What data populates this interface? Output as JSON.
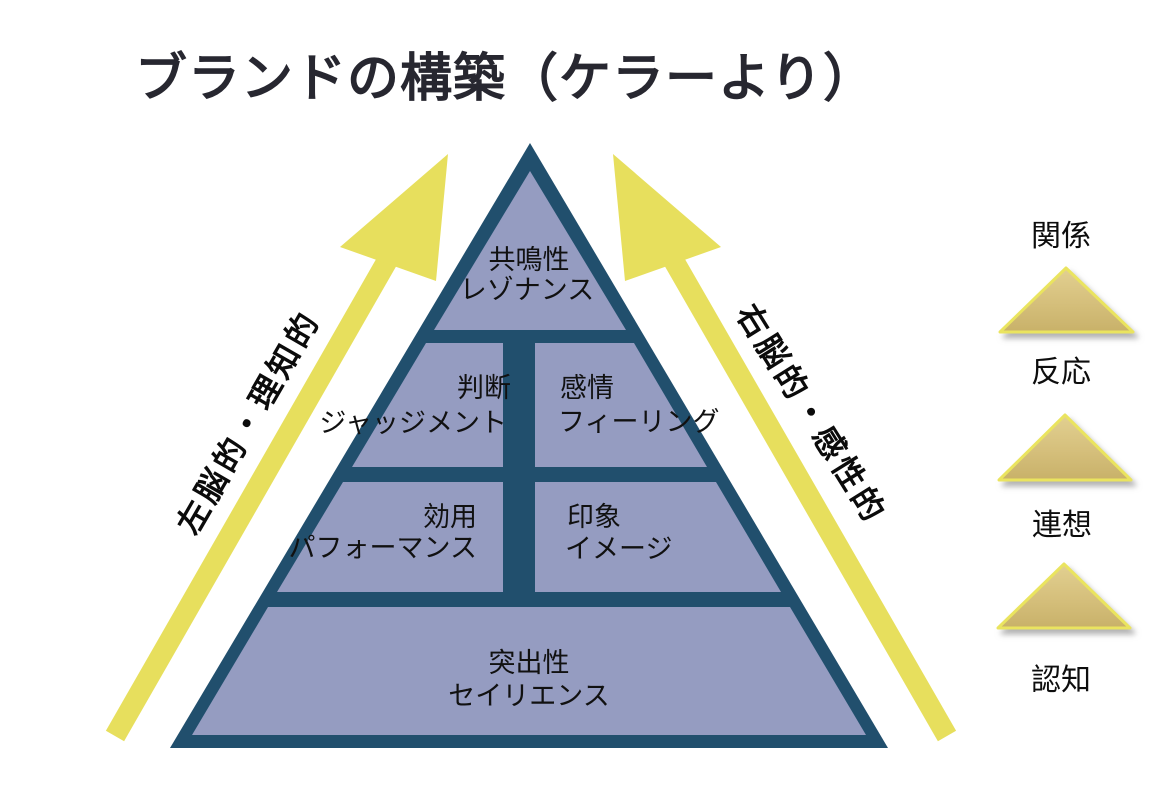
{
  "title": "ブランドの構築（ケラーより）",
  "pyramid": {
    "levels": [
      {
        "id": "resonance",
        "label": "共鳴性",
        "kana": "レゾナンス"
      },
      {
        "id": "judgments",
        "label": "判断",
        "kana": "ジャッジメント"
      },
      {
        "id": "feelings",
        "label": "感情",
        "kana": "フィーリング"
      },
      {
        "id": "performance",
        "label": "効用",
        "kana": "パフォーマンス"
      },
      {
        "id": "imagery",
        "label": "印象",
        "kana": "イメージ"
      },
      {
        "id": "salience",
        "label": "突出性",
        "kana": "セイリエンス"
      }
    ]
  },
  "arrows": {
    "left_label": "左脳的・理知的",
    "right_label": "右脳的・感性的"
  },
  "legend": {
    "items": [
      {
        "label": "関係"
      },
      {
        "label": "反応"
      },
      {
        "label": "連想"
      },
      {
        "label": "認知"
      }
    ]
  },
  "colors": {
    "pyramid_border": "#214f6d",
    "pyramid_fill": "#959cc1",
    "arrow_yellow": "#e7df5d",
    "legend_triangle_fill": "#d5bf7b",
    "legend_triangle_border": "#eae45f",
    "title_text": "#272730",
    "label_text": "#111111"
  }
}
